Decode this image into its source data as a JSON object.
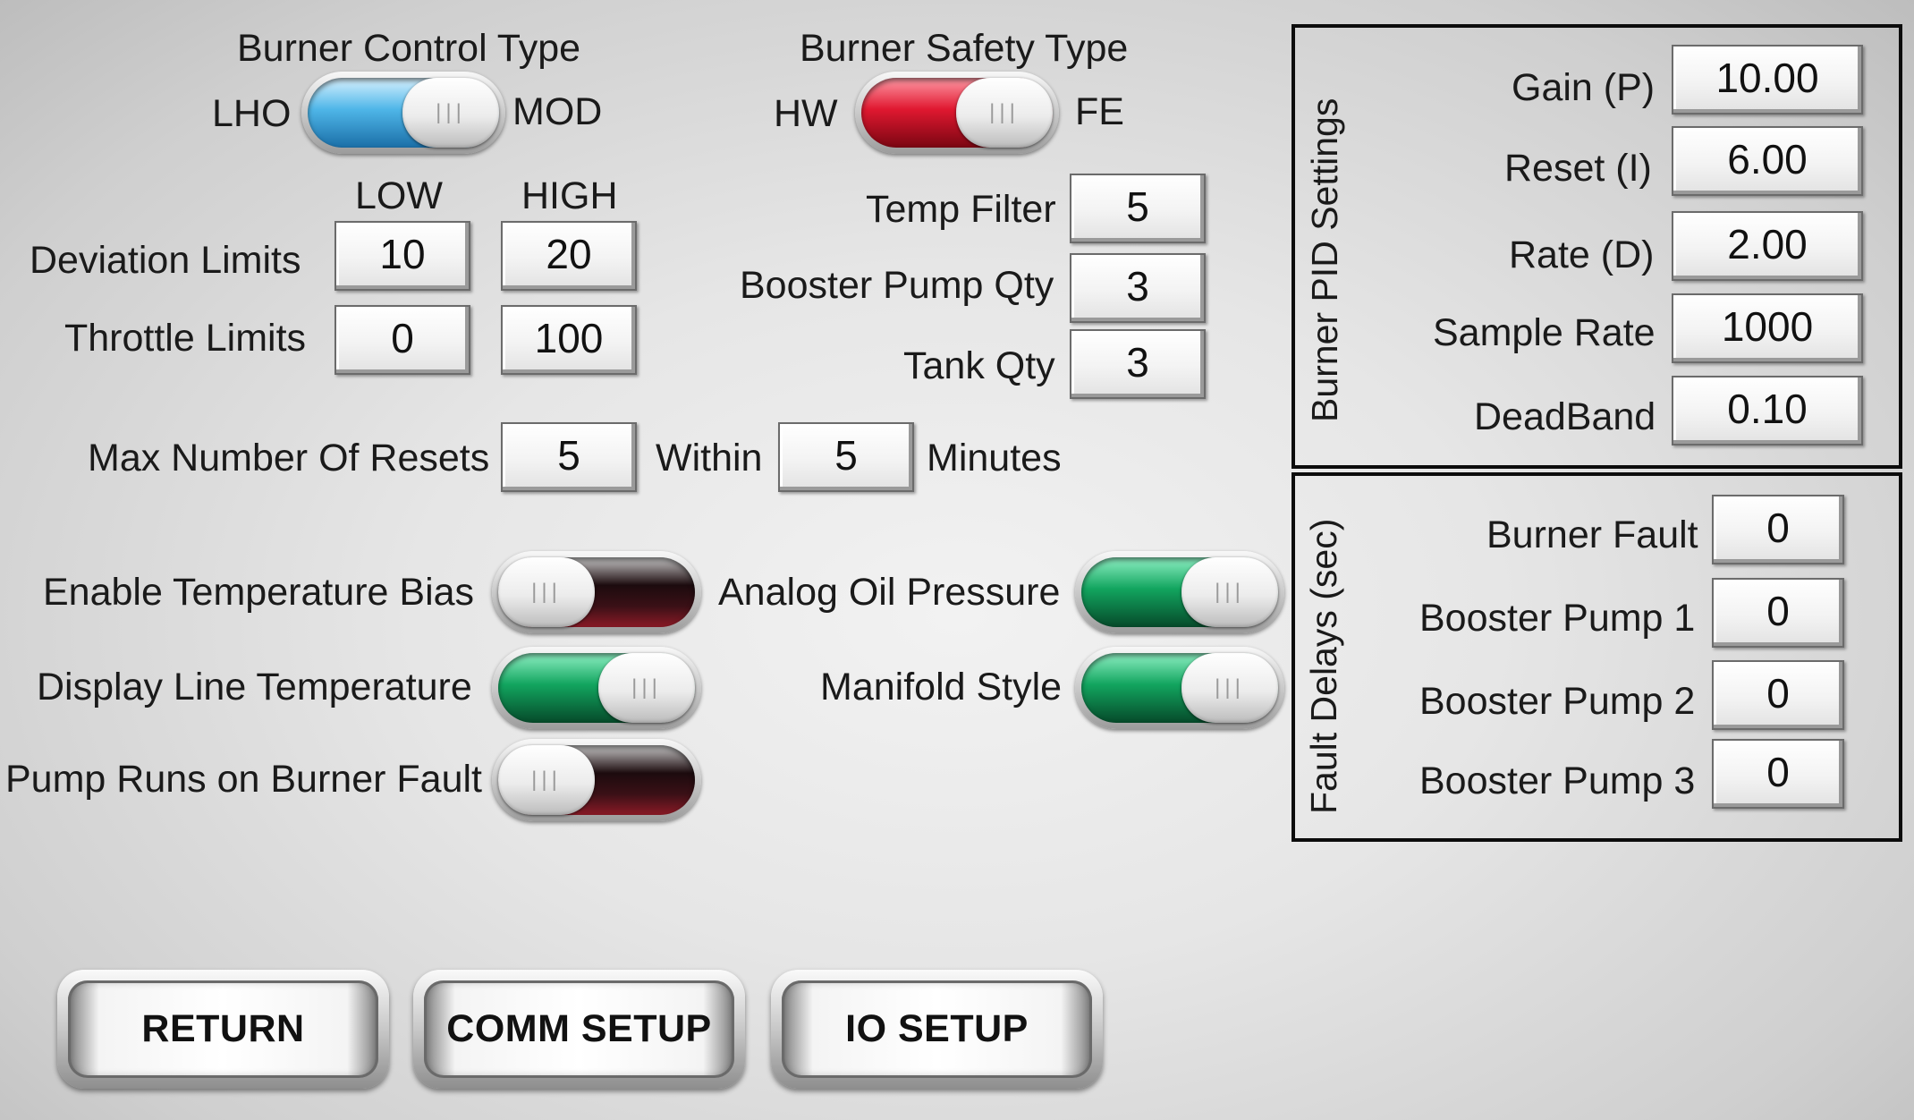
{
  "burner_control": {
    "title": "Burner Control Type",
    "left_label": "LHO",
    "right_label": "MOD",
    "state": "LHO",
    "color": "#4fb6e8"
  },
  "burner_safety": {
    "title": "Burner Safety Type",
    "left_label": "HW",
    "right_label": "FE",
    "state": "HW",
    "color": "#e01830"
  },
  "limits": {
    "low_header": "LOW",
    "high_header": "HIGH",
    "deviation_label": "Deviation Limits",
    "deviation_low": "10",
    "deviation_high": "20",
    "throttle_label": "Throttle Limits",
    "throttle_low": "0",
    "throttle_high": "100"
  },
  "filters": {
    "temp_filter_label": "Temp Filter",
    "temp_filter_value": "5",
    "booster_pump_qty_label": "Booster Pump Qty",
    "booster_pump_qty_value": "3",
    "tank_qty_label": "Tank Qty",
    "tank_qty_value": "3"
  },
  "resets": {
    "label": "Max Number Of Resets",
    "count": "5",
    "within_label": "Within",
    "minutes_value": "5",
    "minutes_label": "Minutes"
  },
  "switches": {
    "enable_temp_bias": {
      "label": "Enable Temperature Bias",
      "state": "off"
    },
    "display_line_temp": {
      "label": "Display Line Temperature",
      "state": "on"
    },
    "pump_runs_on_fault": {
      "label": "Pump Runs on Burner Fault",
      "state": "off"
    },
    "analog_oil_pressure": {
      "label": "Analog Oil Pressure",
      "state": "on"
    },
    "manifold_style": {
      "label": "Manifold Style",
      "state": "on"
    }
  },
  "pid": {
    "title": "Burner PID Settings",
    "gain_label": "Gain (P)",
    "gain_value": "10.00",
    "reset_label": "Reset (I)",
    "reset_value": "6.00",
    "rate_label": "Rate (D)",
    "rate_value": "2.00",
    "sample_label": "Sample Rate",
    "sample_value": "1000",
    "deadband_label": "DeadBand",
    "deadband_value": "0.10"
  },
  "fault_delays": {
    "title": "Fault Delays (sec)",
    "burner_fault_label": "Burner Fault",
    "burner_fault_value": "0",
    "pump1_label": "Booster Pump 1",
    "pump1_value": "0",
    "pump2_label": "Booster Pump 2",
    "pump2_value": "0",
    "pump3_label": "Booster Pump 3",
    "pump3_value": "0"
  },
  "buttons": {
    "return_label": "RETURN",
    "comm_setup_label": "COMM SETUP",
    "io_setup_label": "IO SETUP"
  },
  "colors": {
    "on_green": "#12a55f",
    "off_dark_red": "#3a1016",
    "panel_border": "#0c0c0c"
  }
}
